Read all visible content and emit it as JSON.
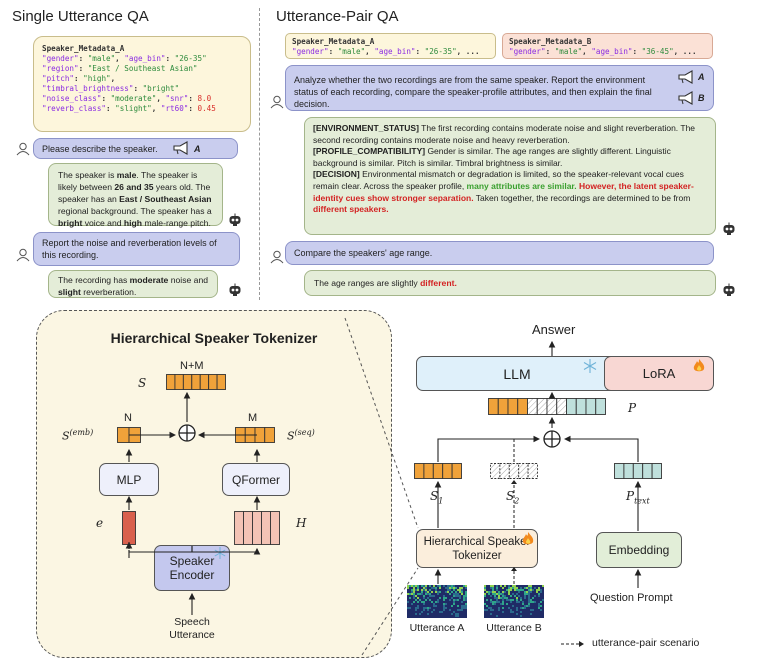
{
  "left": {
    "title": "Single Utterance QA",
    "meta_title": "Speaker_Metadata_A",
    "meta_lines": [
      [
        [
          "key",
          "\"gender\""
        ],
        [
          "k",
          ": "
        ],
        [
          "str",
          "\"male\""
        ],
        [
          "k",
          ", "
        ],
        [
          "key",
          "\"age_bin\""
        ],
        [
          "k",
          ": "
        ],
        [
          "str",
          "\"26-35\""
        ]
      ],
      [
        [
          "key",
          "\"region\""
        ],
        [
          "k",
          ": "
        ],
        [
          "str",
          "\"East / Southeast Asian\""
        ]
      ],
      [
        [
          "key",
          "\"pitch\""
        ],
        [
          "k",
          ": "
        ],
        [
          "str",
          "\"high\""
        ],
        [
          "k",
          ","
        ]
      ],
      [
        [
          "key",
          "\"timbral_brightness\""
        ],
        [
          "k",
          ": "
        ],
        [
          "str",
          "\"bright\""
        ]
      ],
      [
        [
          "key",
          "\"noise_class\""
        ],
        [
          "k",
          ": "
        ],
        [
          "str",
          "\"moderate\""
        ],
        [
          "k",
          ", "
        ],
        [
          "key",
          "\"snr\""
        ],
        [
          "k",
          ": "
        ],
        [
          "num",
          "8.0"
        ]
      ],
      [
        [
          "key",
          "\"reverb_class\""
        ],
        [
          "k",
          ": "
        ],
        [
          "str",
          "\"slight\""
        ],
        [
          "k",
          ", "
        ],
        [
          "key",
          "\"rt60\""
        ],
        [
          "k",
          ": "
        ],
        [
          "num",
          "0.45"
        ]
      ]
    ],
    "q1": "Please describe the speaker.",
    "q1_tag": "A",
    "a1_html": "The speaker is <b>male</b>. The speaker is likely between <b>26 and 35</b> years old. The speaker has an <b>East / Southeast Asian</b> regional background. The speaker has a <b>bright</b> voice and <b>high</b> male-range pitch.",
    "q2": "Report the noise and reverberation levels of this recording.",
    "a2_html": "The recording has <b>moderate</b> noise and <b>slight</b> reverberation."
  },
  "right": {
    "title": "Utterance-Pair QA",
    "meta_a_title": "Speaker_Metadata_A",
    "meta_a_line": [
      [
        "key",
        "\"gender\""
      ],
      [
        "k",
        ": "
      ],
      [
        "str",
        "\"male\""
      ],
      [
        "k",
        ", "
      ],
      [
        "key",
        "\"age_bin\""
      ],
      [
        "k",
        ": "
      ],
      [
        "str",
        "\"26-35\""
      ],
      [
        "k",
        ", ..."
      ]
    ],
    "meta_b_title": "Speaker_Metadata_B",
    "meta_b_line": [
      [
        "key",
        "\"gender\""
      ],
      [
        "k",
        ": "
      ],
      [
        "str",
        "\"male\""
      ],
      [
        "k",
        ", "
      ],
      [
        "key",
        "\"age_bin\""
      ],
      [
        "k",
        ": "
      ],
      [
        "str",
        "\"36-45\""
      ],
      [
        "k",
        ", ..."
      ]
    ],
    "q1": "Analyze whether the two recordings are from the same speaker. Report the environment status of each recording, compare the speaker-profile attributes, and then explain the final decision.",
    "q1_tag_a": "A",
    "q1_tag_b": "B",
    "a1_html": "<b>[ENVIRONMENT_STATUS]</b> The first recording contains moderate noise and slight reverberation. The second recording contains moderate noise and heavy reverberation.<br><b>[PROFILE_COMPATIBILITY]</b> Gender is similar. The age ranges are slightly different. Linguistic background is similar. Pitch is similar. Timbral brightness is similar.<br><b>[DECISION]</b> Environmental mismatch or degradation is limited, so the speaker-relevant vocal cues remain clear. Across the speaker profile, <span class=\"gr\">many attributes are similar.</span> <span class=\"rd\">However, the latent speaker-identity cues show stronger separation.</span> Taken together, the recordings are determined to be from <span class=\"rd\">different speakers.</span>",
    "q2": "Compare the speakers' age range.",
    "a2_html": "The age ranges are slightly <span class=\"rd\">different.</span>"
  },
  "tokenizer": {
    "title": "Hierarchical Speaker Tokenizer",
    "nm": "N+M",
    "n": "N",
    "m": "M",
    "mlp": "MLP",
    "qformer": "QFormer",
    "encoder": "Speaker Encoder",
    "speech": "Speech Utterance"
  },
  "pipeline": {
    "answer": "Answer",
    "llm": "LLM",
    "lora": "LoRA",
    "tokenizer": "Hierarchical Speaker Tokenizer",
    "embedding": "Embedding",
    "question": "Question Prompt",
    "utt_a": "Utterance A",
    "utt_b": "Utterance B",
    "legend": "utterance-pair scenario"
  },
  "colors": {
    "orange": "#f0a23a",
    "teal": "#bfe0dc",
    "salmon": "#f3c3b5",
    "red": "#d9604d",
    "blue": "#dde3f8",
    "llm": "#dff0fa",
    "lora": "#f8d7d3",
    "green_box": "#e2eed8"
  }
}
